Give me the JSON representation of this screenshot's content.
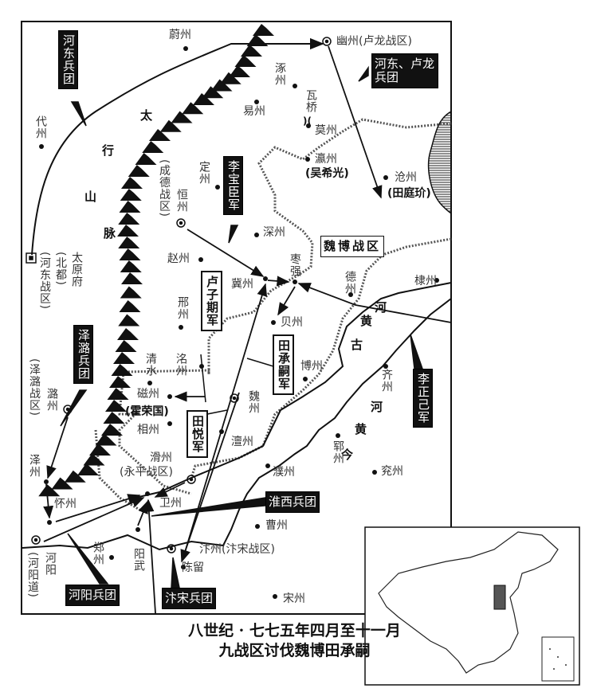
{
  "caption": {
    "line1": "八世纪 · 七七五年四月至十一月",
    "line2": "九战区讨伐魏博田承嗣"
  },
  "mountains": {
    "tai": "太",
    "hang": "行",
    "shan": "山",
    "mai": "脉"
  },
  "rivers": {
    "gu_he": "河",
    "gu_huang": "黄",
    "gu": "古",
    "jin_he": "河",
    "jin_huang": "黄",
    "jin": "今"
  },
  "places": {
    "weizhou_n": "蔚州",
    "youzhou": "幽州(卢龙战区)",
    "zhuozhou": "涿州",
    "yizhou": "易州",
    "daizhou": "代州",
    "waqiao": "瓦桥",
    "waqiao_mark": ")(",
    "mozhou": "莫州",
    "yingzhou": "瀛州",
    "wu_xiguang": "(吴希光)",
    "cangzhou": "沧州",
    "tian_tingjie": "(田庭玠)",
    "dingzhou": "定州",
    "chengde": "(成德战区)",
    "hengzhou": "恒州",
    "shenzhou": "深州",
    "zaoqiang": "枣强",
    "dezhou": "德州",
    "dizhou": "棣州",
    "taiyuan": "太原府",
    "beidu": "(北都)",
    "hedong_zone": "(河东战区)",
    "zhaozhou": "赵州",
    "jizhou": "冀州",
    "xingzhou": "邢州",
    "beizhou": "贝州",
    "mingzhou": "洺州",
    "qingshui": "清水",
    "bozhou": "博州",
    "qizhou": "齐州",
    "yunzhou": "郓州",
    "yanzhou": "兖州",
    "weizhou": "魏州",
    "cizhou": "磁州",
    "huo_rongguo": "(霍荣国)",
    "xiangzhou": "相州",
    "chanzhou": "澶州",
    "puzhou": "濮州",
    "zelu_zone": "(泽潞战区)",
    "luzhou": "潞州",
    "zezhou": "泽州",
    "huaizhou": "怀州",
    "huazhou": "滑州",
    "yongping": "(永平战区)",
    "weizhou_s": "卫州",
    "caozhou": "曹州",
    "zhengzhou": "郑州",
    "yangwu": "阳武",
    "bianzhou": "汴州(汴宋战区)",
    "chenliu": "陈留",
    "heyang": "河阳",
    "heyang_dao": "(河阳道)",
    "songzhou": "宋州"
  },
  "army_labels": {
    "hedong": "河东兵团",
    "hedong_lulong": "河东、卢龙兵团",
    "li_baochen": "李宝臣军",
    "lu_ziqi": "卢子期军",
    "tian_chengsi": "田承嗣军",
    "li_zhengji": "李正己军",
    "zelu": "泽潞兵团",
    "tian_yue": "田悦军",
    "huaixi": "淮西兵团",
    "heyang": "河阳兵团",
    "biansong": "汴宋兵团",
    "weibo_zone": "魏博战区"
  }
}
